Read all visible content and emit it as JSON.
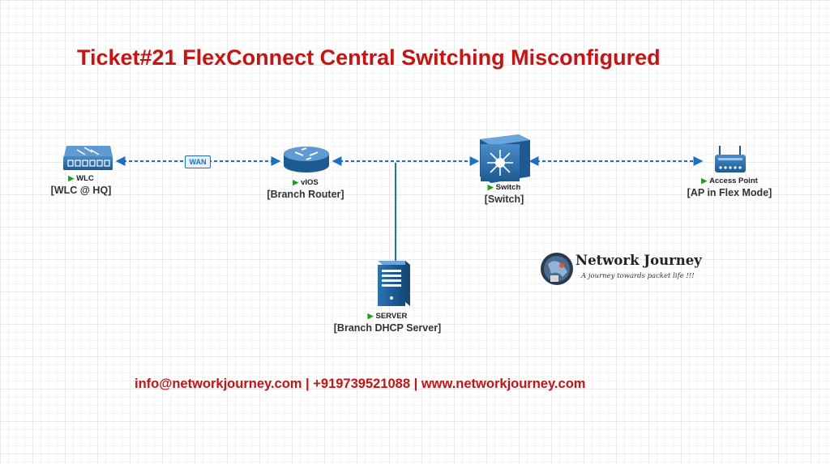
{
  "title": "Ticket#21 FlexConnect Central Switching Misconfigured",
  "wan_label": "WAN",
  "nodes": {
    "wlc": {
      "tag": "WLC",
      "label": "[WLC @ HQ]",
      "icon": "wlc-icon"
    },
    "router": {
      "tag": "vIOS",
      "label": "[Branch Router]",
      "icon": "router-icon"
    },
    "switch": {
      "tag": "Switch",
      "label": "[Switch]",
      "icon": "switch-icon"
    },
    "ap": {
      "tag": "Access Point",
      "label": "[AP in Flex Mode]",
      "icon": "access-point-icon"
    },
    "server": {
      "tag": "SERVER",
      "label": "[Branch DHCP Server]",
      "icon": "server-icon"
    }
  },
  "logo": {
    "name": "Network Journey",
    "tagline": "A journey towards packet life !!!"
  },
  "footer": {
    "email": "info@networkjourney.com",
    "phone": "+919739521088",
    "website": "www.networkjourney.com",
    "separator": " | "
  },
  "colors": {
    "title": "#cc1111",
    "link": "#1b6fc4",
    "device": "#1f6aa5",
    "status": "#1aa01a"
  }
}
